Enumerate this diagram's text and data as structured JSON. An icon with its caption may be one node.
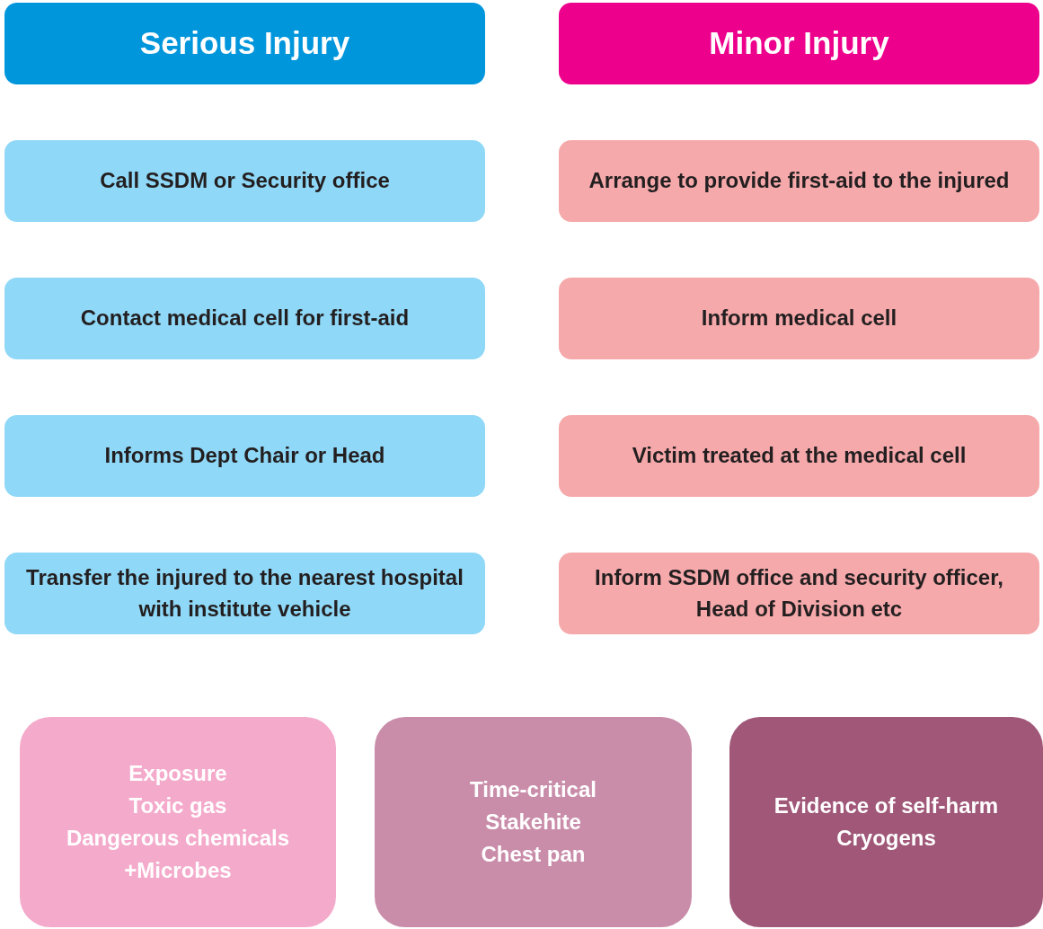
{
  "diagram": {
    "nodes": [
      {
        "text": [
          "Serious Injury"
        ]
      },
      {
        "text": [
          "Minor Injury"
        ]
      },
      {
        "text": [
          "Call SSDM or Security office"
        ]
      },
      {
        "text": [
          "Arrange to provide first-aid to the injured"
        ]
      },
      {
        "text": [
          "Contact medical cell for first-aid"
        ]
      },
      {
        "text": [
          "Inform medical cell"
        ]
      },
      {
        "text": [
          "Informs Dept Chair or Head"
        ]
      },
      {
        "text": [
          "Victim treated at the medical cell"
        ]
      },
      {
        "text": [
          "Transfer the injured to the nearest hospital with institute vehicle"
        ]
      },
      {
        "text": [
          "Inform SSDM office and security officer, Head of Division etc"
        ]
      },
      {
        "text": [
          "Exposure",
          "Toxic gas",
          "Dangerous chemicals",
          "+Microbes"
        ]
      },
      {
        "text": [
          "Time-critical",
          "Stakehite",
          "Chest pan"
        ]
      },
      {
        "text": [
          "Evidence of self-harm",
          "Cryogens"
        ]
      }
    ]
  }
}
